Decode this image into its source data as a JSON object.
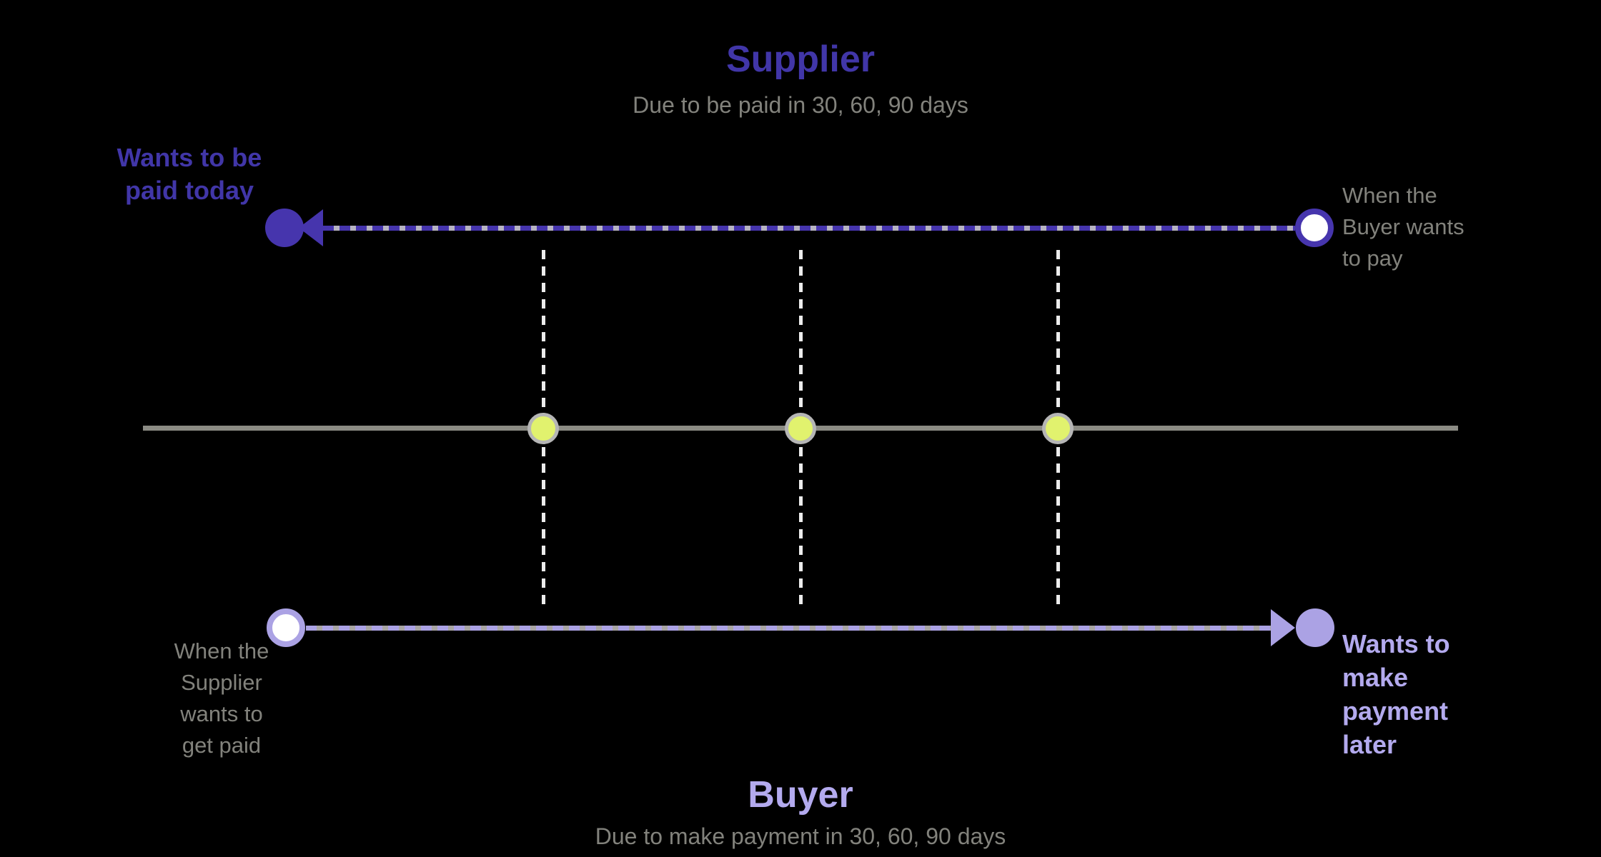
{
  "colors": {
    "background": "#000000",
    "indigo": "#4635ad",
    "indigo_text": "#4136a8",
    "lavender": "#aba2e4",
    "lavender_text": "#b3aaee",
    "gray_text": "#82827c",
    "gray_line": "#8b8b84",
    "dash_gray_light": "#b7b4c2",
    "dash_gray": "#a8a5a3",
    "dot_fill": "#e1f26e",
    "dot_stroke": "#b5b5b5",
    "guide_white": "#ececec"
  },
  "supplier": {
    "title": "Supplier",
    "subtitle": "Due to be paid in 30, 60, 90 days",
    "left_label": {
      "lines": [
        "Wants to be",
        "paid today"
      ]
    },
    "right_label": {
      "lines": [
        "When the",
        "Buyer wants",
        "to pay"
      ]
    },
    "start_marker_icon": "arrowhead-into-filled-circle-left",
    "end_marker_icon": "open-circle"
  },
  "buyer": {
    "title": "Buyer",
    "subtitle": "Due to make payment in 30, 60, 90 days",
    "left_label": {
      "lines": [
        "When the",
        "Supplier",
        "wants to",
        "get paid"
      ]
    },
    "right_label": {
      "lines": [
        "Wants to",
        "make",
        "payment",
        "later"
      ]
    },
    "start_marker_icon": "open-circle",
    "end_marker_icon": "arrowhead-into-filled-circle-right"
  },
  "timeline": {
    "milestone_dot_count": 3
  }
}
